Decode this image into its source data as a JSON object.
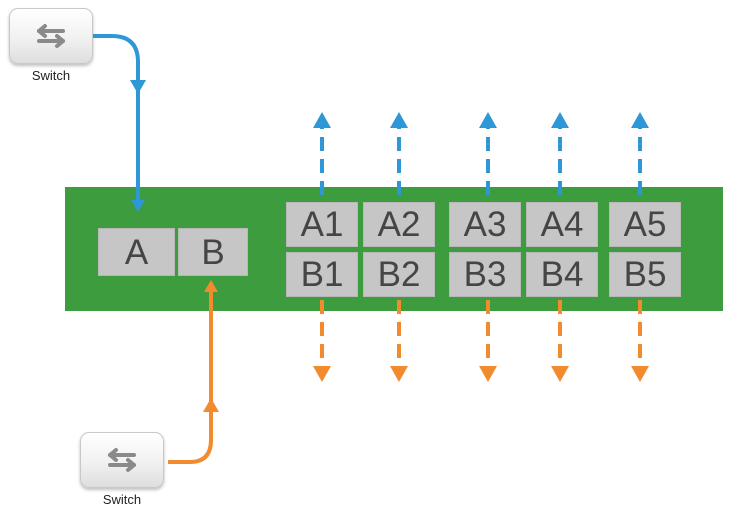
{
  "switches": {
    "top": {
      "label": "Switch",
      "icon": "switch-arrows-icon"
    },
    "bottom": {
      "label": "Switch",
      "icon": "switch-arrows-icon"
    }
  },
  "uplink_ports": {
    "a": "A",
    "b": "B"
  },
  "downlink_ports": {
    "a": [
      "A1",
      "A2",
      "A3",
      "A4",
      "A5"
    ],
    "b": [
      "B1",
      "B2",
      "B3",
      "B4",
      "B5"
    ]
  },
  "colors": {
    "board": "#3c9c3e",
    "port": "#c6c6c6",
    "path_a": "#2e97d6",
    "path_b": "#f28a2e"
  }
}
